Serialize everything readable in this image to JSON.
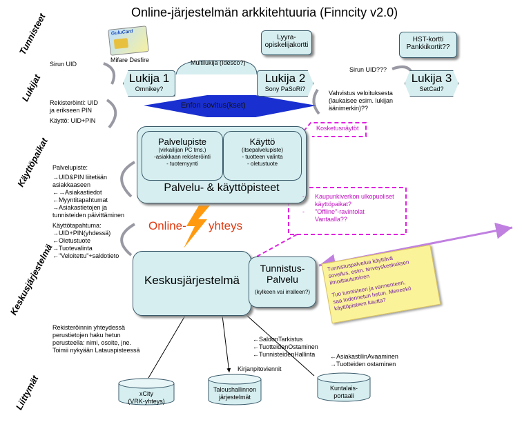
{
  "title": "Online-järjestelmän arkkitehtuuria (Finncity v2.0)",
  "side_labels": {
    "tunnisteet": "Tunnisteet",
    "lukijat": "Lukijat",
    "kayttopaikat": "Käyttöpaikat",
    "keskusjarjestelma": "Keskusjärjestelmä",
    "liittymat": "Liittymät"
  },
  "card": {
    "brand": "GuluCard",
    "caption": "Mifare Desfire"
  },
  "lyyra": {
    "line1": "Lyyra-",
    "line2": "opiskelijakortti"
  },
  "hst": {
    "line1": "HST-kortti",
    "line2": "Pankkikortit??"
  },
  "readers": {
    "lukija1": {
      "title": "Lukija 1",
      "sub": "Omnikey?"
    },
    "lukija2": {
      "title": "Lukija 2",
      "sub": "Sony PaSoRi?"
    },
    "lukija3": {
      "title": "Lukija 3",
      "sub": "SetCad?"
    },
    "multi": "Multilukija (Idesco?)",
    "sirun_uid": "Sirun UID",
    "sirun_uid_q": "Sirun UID???"
  },
  "banner": "Enfon sovitus(kset)",
  "rekisterointi": {
    "line1": "Rekisteröinti: UID",
    "line2": "ja erikseen PIN",
    "line3": "Käyttö: UID+PIN"
  },
  "vahvistus": {
    "line1": "Vahvistus veloituksesta",
    "line2": "(laukaisee esim. lukijan",
    "line3": "äänimerkin)??"
  },
  "kosketus": "Kosketusnäytöt",
  "palvelu_box": {
    "palvelupiste_title": "Palvelupiste",
    "palvelupiste_lines": [
      "(virkailijan PC tms.)",
      "-asiakkaan rekisteröinti",
      "- tuotemyynti"
    ],
    "kaytto_title": "Käyttö",
    "kaytto_lines": [
      "(itsepalvelupiste)",
      "- tuotteen valinta",
      "- oletustuote"
    ],
    "footer": "Palvelu- & käyttöpisteet"
  },
  "palvelupiste_notes": {
    "heading": "Palvelupiste:",
    "lines": [
      "→UID&PIN liitetään",
      "asiakkaaseen",
      "←→Asiakastiedot",
      "←Myyntitapahtumat",
      "→Asiakastietojen ja",
      "tunnisteiden päivittäminen"
    ]
  },
  "kayttotapahtuma": {
    "heading": "Käyttötapahtuma:",
    "lines": [
      "→UID+PIN(yhdessä)",
      "←Oletustuote",
      "→Tuotevalinta",
      "←\"Veloitettu\"+saldotieto"
    ]
  },
  "kaupunki_note": {
    "line1": "Kaupunkiverkon ulkopuoliset",
    "line2": "käyttöpaikat?",
    "line3": "\"Offline\"-ravintolat",
    "line4": "Vantaalla??",
    "bullet": "-"
  },
  "online": {
    "part1": "Online-",
    "part2": "yhteys"
  },
  "keskus": "Keskusjärjestelmä",
  "tunnistus": {
    "line1": "Tunnistus-",
    "line2": "Palvelu",
    "line3": "(kylkeen vai irralleen?)"
  },
  "yellow_note": {
    "lines": [
      "Tunnistuspalvelua käyttävä",
      "sovellus, esim. terveyskeskuksen",
      "ilmoittautuminen",
      "",
      "Tuo tunnisteen ja varmenteen,",
      "saa todennetun hetun. Meneekö",
      "käyttöpisteen kautta?"
    ]
  },
  "rekisterointi_note": {
    "lines": [
      "Rekisteröinnin yhteydessä",
      "perustietojen haku hetun",
      "perusteella: nimi, osoite, jne.",
      "Toimii nykyään Latauspisteessä"
    ]
  },
  "saldo_note": {
    "lines": [
      "←SaldonTarkistus",
      "←TuotteidenOstaminen",
      "←TunnisteidenHallinta"
    ]
  },
  "asiakas_note": {
    "lines": [
      "←AsiakastilinAvaaminen",
      "→Tuotteiden ostaminen"
    ]
  },
  "kirjanpito": "Kirjanpitoviennit",
  "databases": {
    "xcity": {
      "line1": "xCity",
      "line2": "(VRK-yhteys)"
    },
    "talous": {
      "line1": "Taloushallinnon",
      "line2": "järjestelmät"
    },
    "kunta": {
      "line1": "Kuntalais-",
      "line2": "portaali"
    }
  },
  "colors": {
    "cyan_fill": "#d6eef0",
    "banner_blue": "#1a2fd0",
    "magenta": "#e020e0",
    "note_yellow": "#fbf39a",
    "online_red": "#e03a10",
    "bolt_orange": "#ff9a10"
  }
}
